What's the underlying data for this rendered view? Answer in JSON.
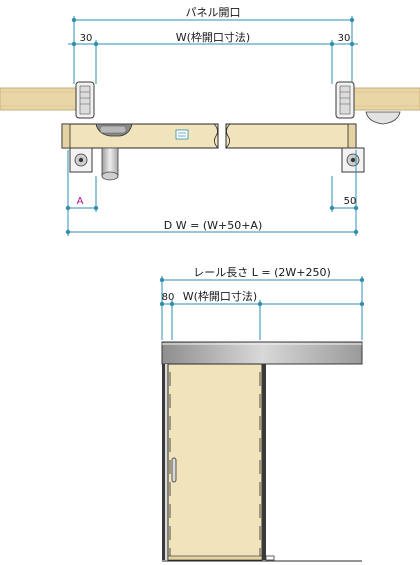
{
  "top_view": {
    "panel_opening_label": "パネル開口",
    "left_margin_label": "30",
    "frame_opening_label": "W(枠開口寸法)",
    "right_margin_label": "30",
    "offset_a_label": "A",
    "offset_50_label": "50",
    "door_width_label": "D W = (W+50+A)"
  },
  "front_view": {
    "rail_length_label": "レール長さ L = (2W+250)",
    "left_offset_label": "80",
    "frame_opening_label": "W(枠開口寸法)"
  },
  "colors": {
    "dimension": "#2f8fb0",
    "wood": "#f1e3bb",
    "wood_edge": "#d6c08f",
    "wall": "#e9d6a6",
    "rail": "#a9a9a9",
    "accent_a": "#b0128c"
  }
}
